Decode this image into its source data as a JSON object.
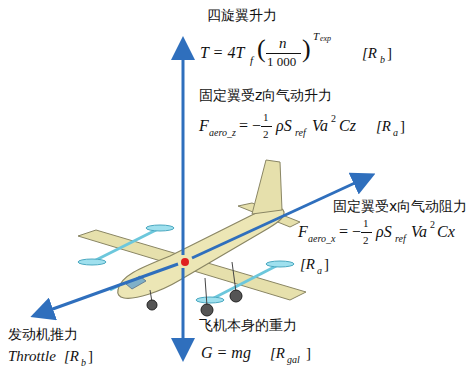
{
  "diagram": {
    "labels": [
      "四旋翼升力",
      "T = 4T",
      "f",
      "(",
      "n",
      "1 000",
      ")",
      "T",
      "exp",
      "[R",
      "b",
      "]",
      "固定翼受z向气动升力",
      "F",
      "aero_z",
      "= −",
      "1",
      "2",
      "ρS",
      "ref",
      "Va",
      "2",
      "Cz",
      "[R",
      "a",
      "]",
      "固定翼受x向气动阻力",
      "F",
      "aero_x",
      "= −",
      "1",
      "2",
      "ρS",
      "ref",
      "Va",
      "2",
      "Cx",
      "[R",
      "a",
      "]",
      "发动机推力",
      "Throttle",
      "[R",
      "b",
      "]",
      "飞机本身的重力",
      "G = mg",
      "[R",
      "gal",
      "]"
    ]
  }
}
